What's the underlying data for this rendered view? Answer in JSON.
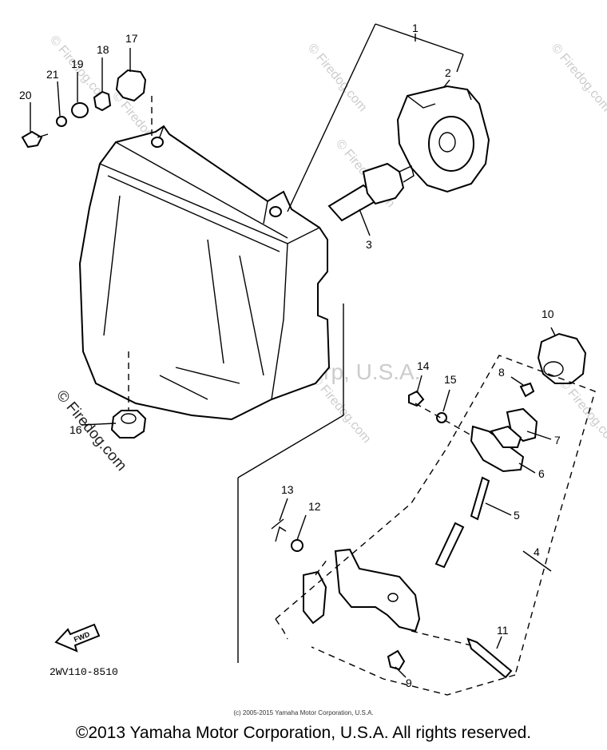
{
  "watermarks": {
    "center": "Yamaha Motor Corp, U.S.A.",
    "firedog_tiles": [
      "© Firedog.com",
      "© Firedog.com",
      "© Firedog.com",
      "© Firedog.com",
      "© Firedog.com",
      "© Firedog.com",
      "© Firedog.com"
    ]
  },
  "callouts": [
    "1",
    "2",
    "3",
    "4",
    "5",
    "6",
    "7",
    "8",
    "9",
    "10",
    "11",
    "12",
    "13",
    "14",
    "15",
    "16",
    "17",
    "18",
    "19",
    "20",
    "21"
  ],
  "diagram_code": "2WV110-8510",
  "fwd_label": "FWD",
  "footer": {
    "small": "(c) 2005-2015 Yamaha Motor Corporation, U.S.A.",
    "main": "©2013 Yamaha Motor Corporation, U.S.A. All rights reserved."
  }
}
